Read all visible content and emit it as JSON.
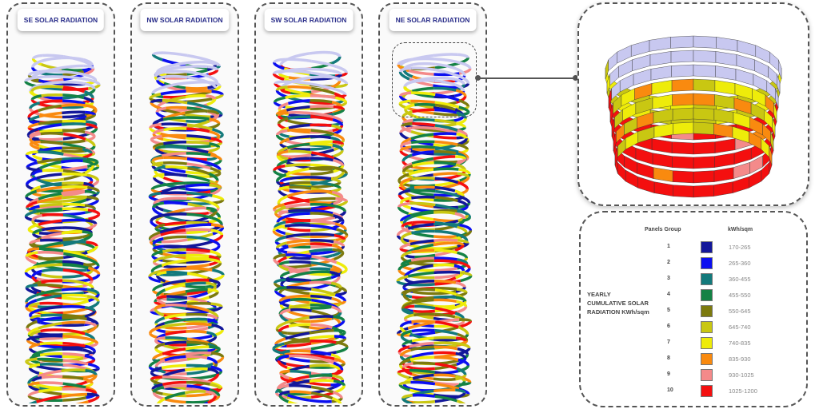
{
  "panels": [
    {
      "label": "SE SOLAR RADIATION"
    },
    {
      "label": "NW SOLAR RADIATION"
    },
    {
      "label": "SW SOLAR RADIATION"
    },
    {
      "label": "NE SOLAR RADIATION"
    }
  ],
  "legend": {
    "title": "YEARLY CUMULATIVE SOLAR RADIATION KWh/sqm",
    "col_group": "Panels Group",
    "col_unit": "kWh/sqm",
    "rows": [
      {
        "group": "1",
        "range": "170-265",
        "color": "#13179a"
      },
      {
        "group": "2",
        "range": "265-360",
        "color": "#0b0ff0"
      },
      {
        "group": "3",
        "range": "360-455",
        "color": "#137a7c"
      },
      {
        "group": "4",
        "range": "455-550",
        "color": "#148245"
      },
      {
        "group": "5",
        "range": "550-645",
        "color": "#7c7a0e"
      },
      {
        "group": "6",
        "range": "645-740",
        "color": "#c9c712"
      },
      {
        "group": "7",
        "range": "740-835",
        "color": "#eeec0a"
      },
      {
        "group": "8",
        "range": "835-930",
        "color": "#f98a0f"
      },
      {
        "group": "9",
        "range": "930-1025",
        "color": "#f48a8a"
      },
      {
        "group": "10",
        "range": "1025-1200",
        "color": "#f40f0f"
      }
    ]
  }
}
